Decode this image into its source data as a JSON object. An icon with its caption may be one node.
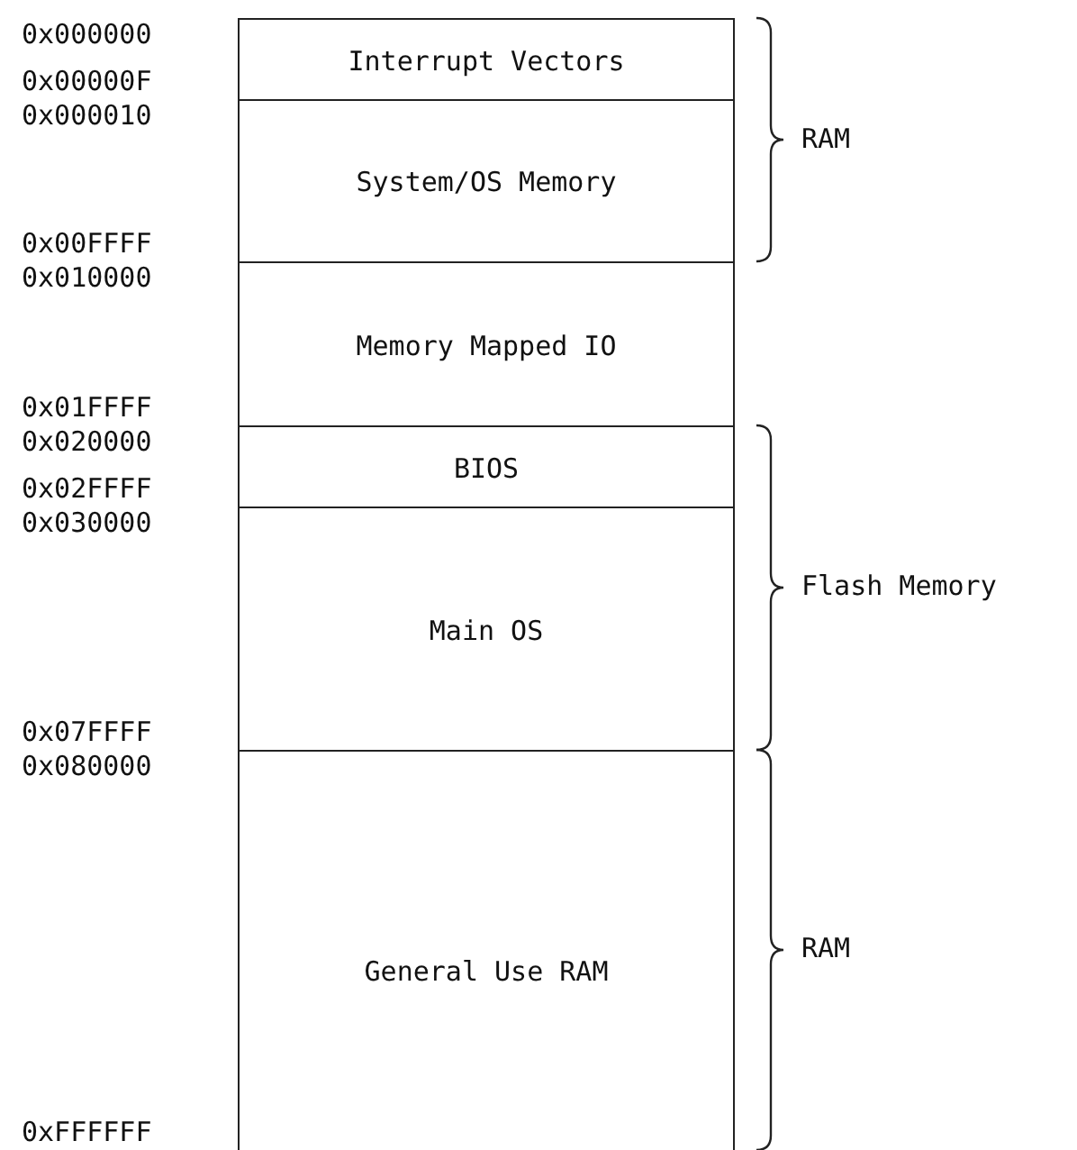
{
  "diagram": {
    "nodes": [
      {
        "text": [
          "Interrupt Vectors"
        ],
        "beside": [
          "0x000000",
          "0x00000F"
        ]
      },
      {
        "text": [
          "System/OS Memory"
        ],
        "beside": [
          "0x000010",
          "0x00FFFF"
        ]
      },
      {
        "text": [
          "Memory Mapped IO"
        ],
        "beside": [
          "0x010000",
          "0x01FFFF"
        ]
      },
      {
        "text": [
          "BIOS"
        ],
        "beside": [
          "0x020000",
          "0x02FFFF"
        ]
      },
      {
        "text": [
          "Main OS"
        ],
        "beside": [
          "0x030000",
          "0x07FFFF"
        ]
      },
      {
        "text": [
          "General Use RAM"
        ],
        "beside": [
          "0x080000",
          "0xFFFFFF"
        ]
      }
    ],
    "edges": [],
    "labels": [
      "RAM",
      "Flash Memory",
      "RAM"
    ]
  }
}
